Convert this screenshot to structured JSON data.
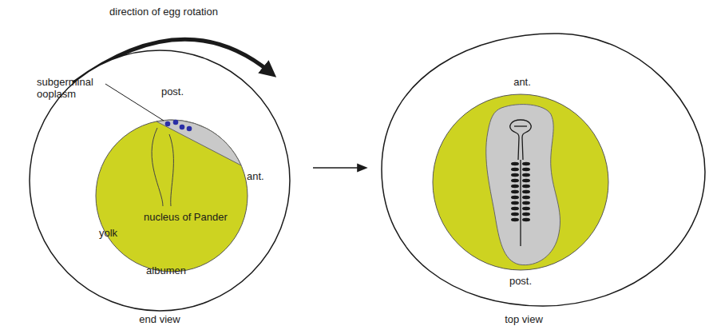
{
  "diagram": {
    "labels": [
      "direction of egg rotation",
      "subgerminal ooplasm",
      "post.",
      "ant.",
      "nucleus of Pander",
      "yolk",
      "albumen",
      "end view",
      "ant.",
      "post.",
      "top view"
    ]
  }
}
